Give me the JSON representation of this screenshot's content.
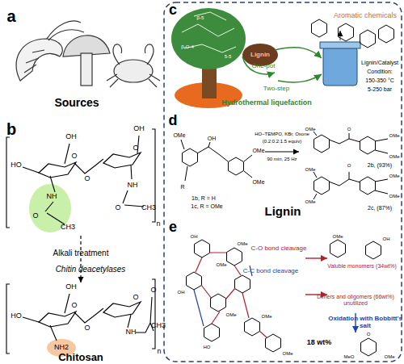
{
  "diagram": {
    "labels": [
      "a",
      "Sources",
      "b",
      "OH",
      "HO",
      "NH",
      "O",
      "O",
      "CH3",
      "OH",
      "NH",
      "O",
      "CH3",
      "n",
      "O",
      "O",
      "Alkali treatment",
      "Chitin deacetylases",
      "OH",
      "HO",
      "NH2",
      "O",
      "O",
      "O",
      "NH",
      "O",
      "CH3",
      "n",
      "Chitosan",
      "c",
      "β-5",
      "β-O-4",
      "5-5",
      "Lignin",
      "Aromatic chemicals",
      "One-pot",
      "Two-step",
      "Hydrothermal liquefaction",
      "Lignin/Catalyst",
      "Condition:",
      "150-350 °C",
      "5-250 bar",
      "d",
      "OMe",
      "OH",
      "R",
      "OMe",
      "OMe",
      "1b, R = H",
      "1c, R = OMe",
      "HO–TEMPO, KBr, Oxone",
      "(0.2:0.2:1.5 equiv)",
      "90 min, 25 Hz",
      "OMe",
      "O",
      "OMe",
      "OMe",
      "2b, (93%)",
      "OMe",
      "O",
      "OMe",
      "OMe",
      "OMe",
      "2c, (87%)",
      "Lignin",
      "e",
      "C-O bond cleavage",
      "C-C bond cleavage",
      "Valuble monomers (34wt%)",
      "Dimers and oligomers (66wt%) unutilized",
      "Oxidation with Bobbitt's salt",
      "18 wt%",
      "OH",
      "OMe",
      "OMe",
      "OH",
      "OMe",
      "OMe",
      "HO",
      "OMe",
      "OMe",
      "OH",
      "MeO",
      "OMe",
      "O"
    ]
  }
}
